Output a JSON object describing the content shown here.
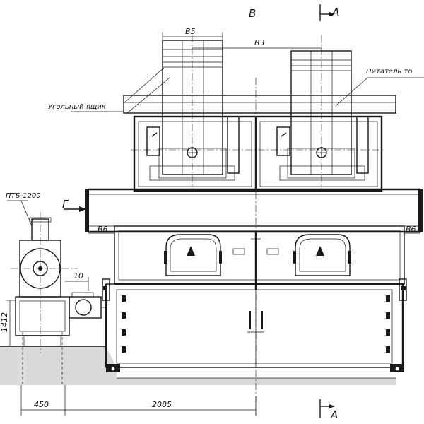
{
  "view_label": "В",
  "section_top": "А",
  "section_bottom": "А",
  "arrow_g": "Г",
  "labels": {
    "coal_box": "Угольный ящик",
    "feeder": "Питатель то",
    "ptb": "ПТБ-1200"
  },
  "dimensions": {
    "b5": "В5",
    "b3": "В3",
    "b6_left": "В6",
    "b6_right": "В6",
    "d10": "10",
    "d450": "450",
    "d2085": "2085",
    "d_vertical": "1412"
  }
}
